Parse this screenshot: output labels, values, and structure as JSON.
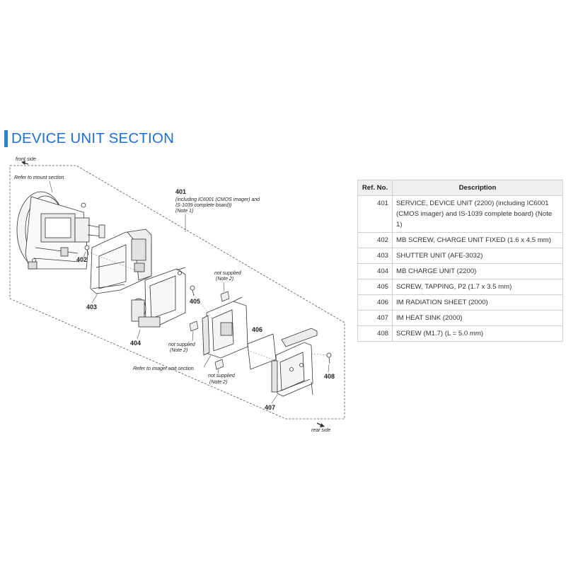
{
  "title": "DEVICE UNIT SECTION",
  "diagram": {
    "front_side": "front side",
    "rear_side": "rear side",
    "refer_mount": "Refer to mount section.",
    "refer_imager": "Refer to imager unit section.",
    "unit_401": {
      "number": "401",
      "line1": "(including IC6001 (CMOS imager) and",
      "line2": "IS-1039 complete board))",
      "line3": "(Note 1)"
    },
    "not_supplied": "not supplied",
    "note2": "(Note 2)",
    "callouts": [
      "402",
      "403",
      "404",
      "405",
      "406",
      "407",
      "408"
    ]
  },
  "table": {
    "headers": [
      "Ref. No.",
      "Description"
    ],
    "rows": [
      {
        "ref": "401",
        "desc": "SERVICE, DEVICE UNIT (2200) (including IC6001 (CMOS imager) and IS-1039 complete board) (Note 1)"
      },
      {
        "ref": "402",
        "desc": "MB SCREW, CHARGE UNIT FIXED (1.6 x 4.5 mm)"
      },
      {
        "ref": "403",
        "desc": "SHUTTER UNIT (AFE-3032)"
      },
      {
        "ref": "404",
        "desc": "MB CHARGE UNIT (2200)"
      },
      {
        "ref": "405",
        "desc": "SCREW, TAPPING, P2 (1.7 x 3.5 mm)"
      },
      {
        "ref": "406",
        "desc": "IM RADIATION SHEET (2000)"
      },
      {
        "ref": "407",
        "desc": "IM HEAT SINK (2000)"
      },
      {
        "ref": "408",
        "desc": "SCREW (M1.7) (L = 5.0 mm)"
      }
    ]
  }
}
